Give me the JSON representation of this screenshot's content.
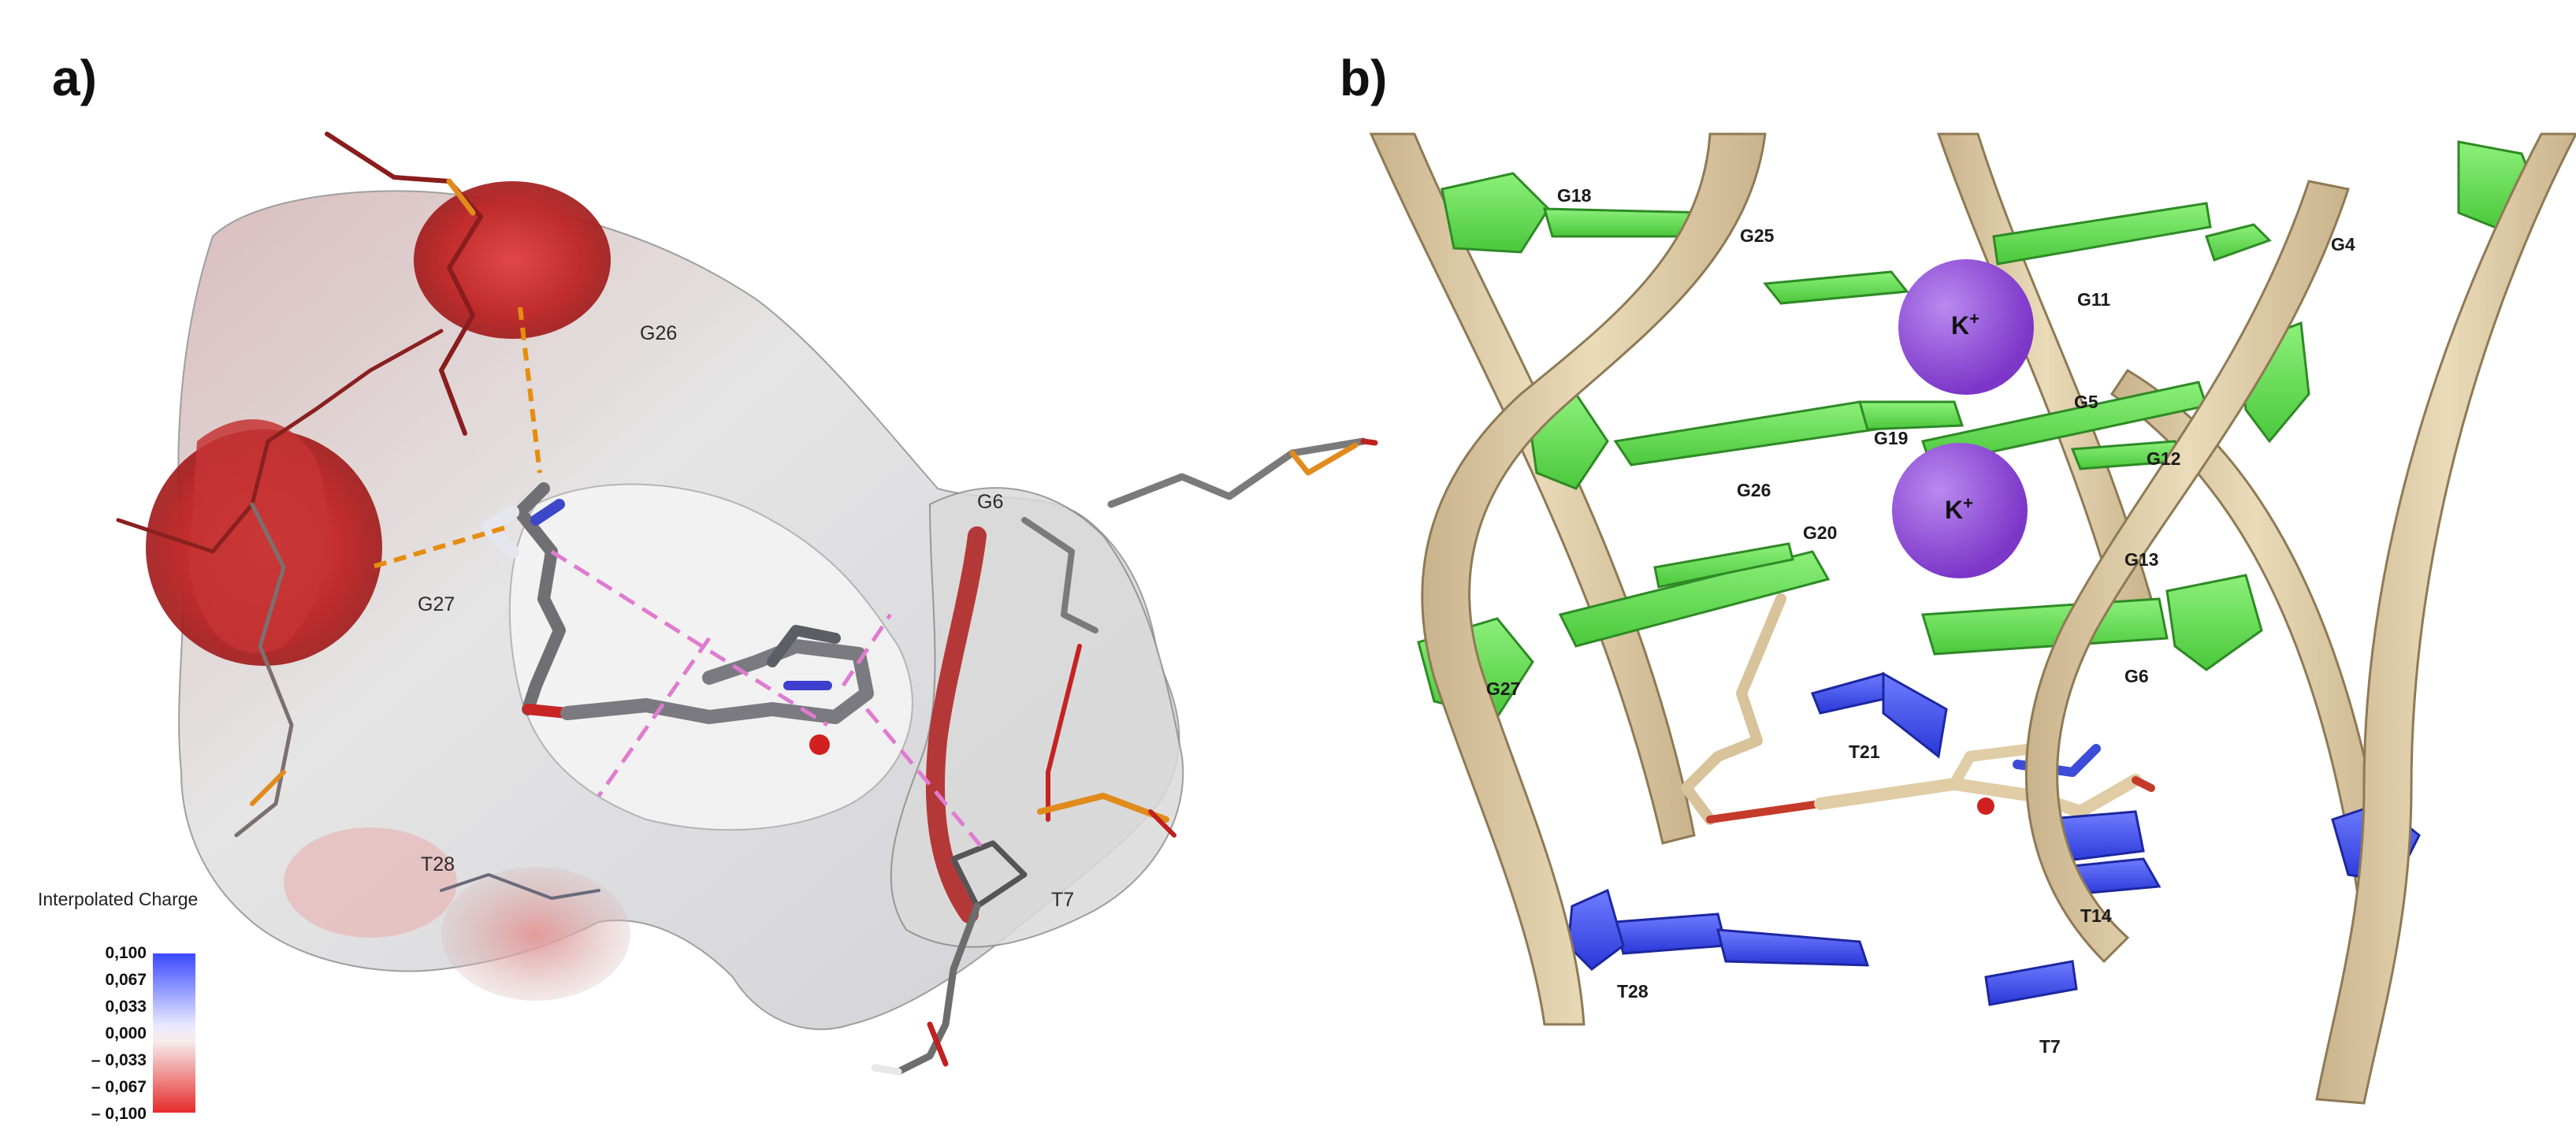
{
  "panels": {
    "a": {
      "label": "a)",
      "residues": {
        "g26": "G26",
        "g6": "G6",
        "g27": "G27",
        "t28": "T28",
        "t7": "T7"
      },
      "legend": {
        "title": "Interpolated Charge",
        "ticks": [
          "0,100",
          "0,067",
          "0,033",
          "0,000",
          "– 0,033",
          "– 0,067",
          "– 0,100"
        ]
      }
    },
    "b": {
      "label": "b)",
      "residues": {
        "g18": "G18",
        "g25": "G25",
        "g4": "G4",
        "g11": "G11",
        "g5": "G5",
        "g19": "G19",
        "g26": "G26",
        "g12": "G12",
        "g20": "G20",
        "g13": "G13",
        "g27": "G27",
        "g6": "G6",
        "t21": "T21",
        "t14": "T14",
        "t28": "T28",
        "t7": "T7"
      },
      "ions": {
        "k1_main": "K",
        "k1_sup": "+",
        "k2_main": "K",
        "k2_sup": "+"
      }
    }
  },
  "colors": {
    "guanine": "#6ee85a",
    "thymine": "#3b4ef2",
    "backbone_ribbon": "#dcc9a3",
    "potassium": "#9248d8",
    "surface_negative": "#d63a3a",
    "surface_neutral": "#e6e6e6",
    "surface_positive": "#5563ff"
  }
}
